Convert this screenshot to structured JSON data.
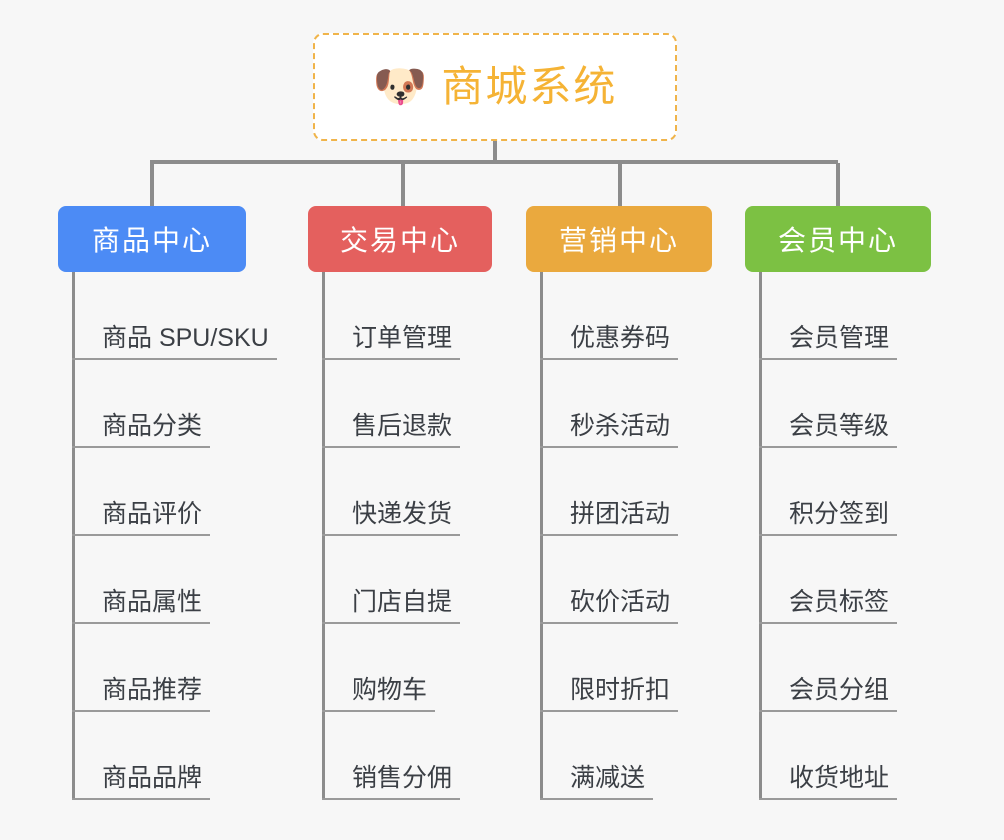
{
  "diagram": {
    "type": "organization-tree",
    "background_color": "#f7f7f7",
    "line_color": "#8c8c8c",
    "root": {
      "title": "商城系统",
      "icon": "shiba-dog-face-emoji",
      "icon_glyph": "🐶",
      "text_color": "#f5b335",
      "border_color": "#f0b44a",
      "background_color": "#ffffff"
    },
    "branches": [
      {
        "label": "商品中心",
        "color": "#4c8bf5",
        "items": [
          "商品 SPU/SKU",
          "商品分类",
          "商品评价",
          "商品属性",
          "商品推荐",
          "商品品牌"
        ]
      },
      {
        "label": "交易中心",
        "color": "#e4605e",
        "items": [
          "订单管理",
          "售后退款",
          "快递发货",
          "门店自提",
          "购物车",
          "销售分佣"
        ]
      },
      {
        "label": "营销中心",
        "color": "#eaa93e",
        "items": [
          "优惠券码",
          "秒杀活动",
          "拼团活动",
          "砍价活动",
          "限时折扣",
          "满减送"
        ]
      },
      {
        "label": "会员中心",
        "color": "#7cc143",
        "items": [
          "会员管理",
          "会员等级",
          "积分签到",
          "会员标签",
          "会员分组",
          "收货地址"
        ]
      }
    ]
  }
}
